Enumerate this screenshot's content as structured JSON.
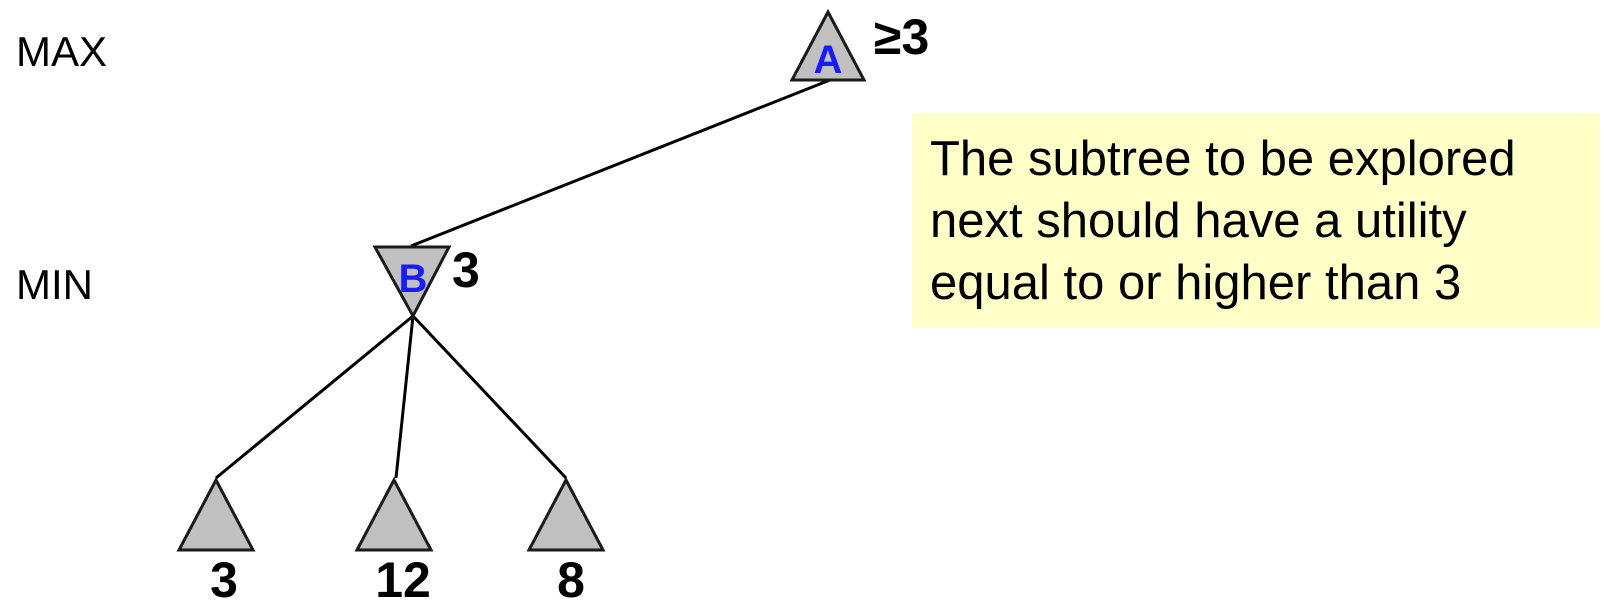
{
  "levels": {
    "max": "MAX",
    "min": "MIN"
  },
  "nodes": {
    "a": {
      "letter": "A",
      "value": "≥3"
    },
    "b": {
      "letter": "B",
      "value": "3"
    },
    "leaves": [
      "3",
      "12",
      "8"
    ]
  },
  "callout": {
    "text": "The subtree to be explored\nnext should have a utility\nequal to or higher than  3"
  },
  "colors": {
    "node_fill": "#c0c0c0",
    "node_stroke": "#1a1a1a",
    "letter": "#1a1aff",
    "callout_bg": "#ffffc8"
  }
}
